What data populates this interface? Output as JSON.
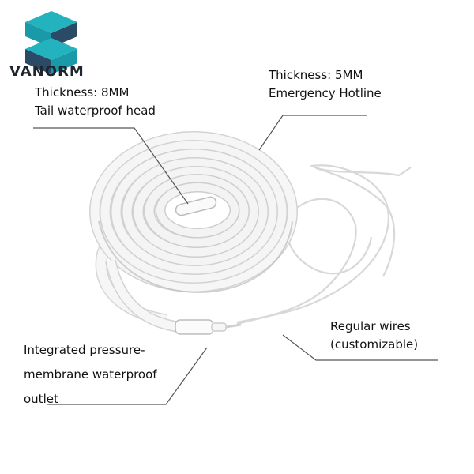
{
  "brand": {
    "name": "VANORM",
    "logo_colors": [
      "#1a9aa8",
      "#2a4a66",
      "#23b3bf"
    ]
  },
  "callouts": {
    "top_left": {
      "line1": "Thickness: 8MM",
      "line2": "Tail waterproof head"
    },
    "top_right": {
      "line1": "Thickness: 5MM",
      "line2": "Emergency Hotline"
    },
    "bottom_right": {
      "line1": "Regular wires",
      "line2": "(customizable)"
    },
    "bottom_left": {
      "line1": "Integrated pressure-",
      "line2": "membrane waterproof",
      "line3": "outlet"
    }
  },
  "colors": {
    "cable": "#f4f4f4",
    "cable_edge": "#d4d4d4",
    "leader_line": "#555555",
    "text": "#111111"
  }
}
